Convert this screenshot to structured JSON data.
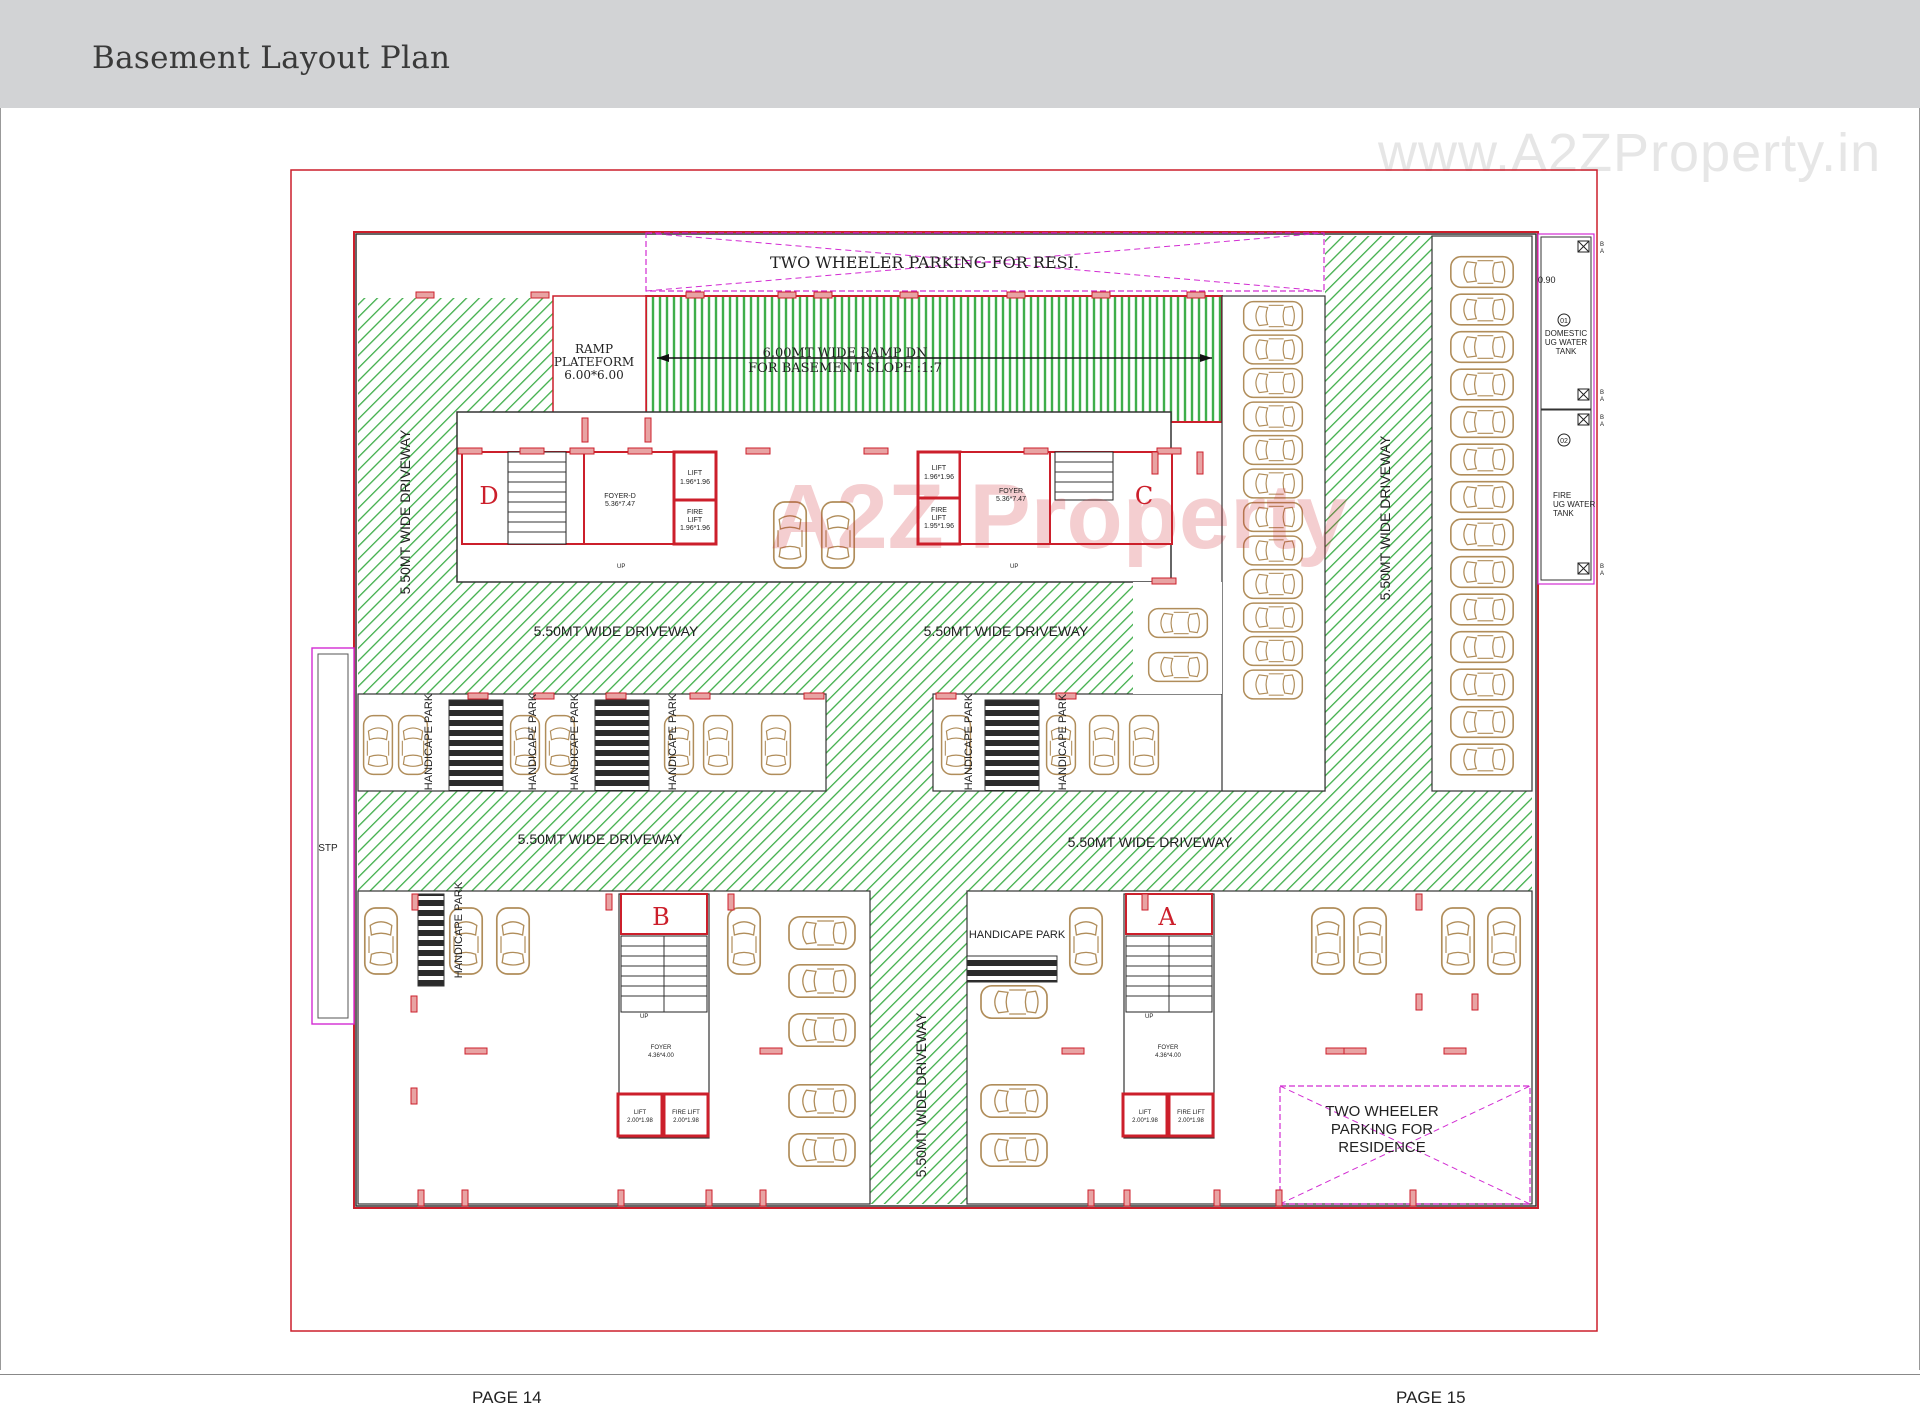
{
  "header": {
    "title": "Basement Layout Plan"
  },
  "watermark": {
    "url": "www.A2ZProperty.in",
    "logo_text": "A2Z Property"
  },
  "footer": {
    "left_page": "PAGE 14",
    "right_page": "PAGE 15"
  },
  "plan": {
    "two_wheeler_top": "TWO  WHEELER  PARKING  FOR  RESI.",
    "ramp_platform": [
      "RAMP",
      "PLATEFORM",
      "6.00*6.00"
    ],
    "ramp_text": [
      "6.00MT WIDE  RAMP DN",
      "FOR  BASEMENT SLOPE :1:7"
    ],
    "driveway": "5.50MT WIDE DRIVEWAY",
    "handicap": "HANDICAPE PARK",
    "stp": "STP",
    "domestic_tank": [
      "01",
      "DOMESTIC",
      "UG WATER",
      "TANK"
    ],
    "fire_tank": [
      "02",
      "FIRE",
      "UG WATER",
      "TANK"
    ],
    "two_wheeler_bottom": [
      "TWO WHEELER",
      "PARKING FOR",
      "RESIDENCE"
    ],
    "core_a": "A",
    "core_b": "B",
    "core_c": "C",
    "core_d": "D",
    "foyer_d": [
      "FOYER-D",
      "5.36*7.47"
    ],
    "foyer_c": [
      "FOYER",
      "5.36*7.47"
    ],
    "foyer_ab": [
      "FOYER",
      "4.36*4.00"
    ],
    "lift_d": [
      "LIFT",
      "1.96*1.96"
    ],
    "fire_lift_d": [
      "FIRE",
      "LIFT",
      "1.96*1.96"
    ],
    "lift_c": [
      "LIFT",
      "1.96*1.96"
    ],
    "fire_lift_c": [
      "FIRE",
      "LIFT",
      "1.95*1.96"
    ],
    "lift_ab": [
      "LIFT",
      "2.00*1.98"
    ],
    "fire_lift_ab": [
      "FIRE LIFT",
      "2.00*1.98"
    ],
    "dim_090": "0.90",
    "up": "UP",
    "ab": [
      "B",
      "A"
    ],
    "colors": {
      "border": "#cc1f2b",
      "hatch": "#2f9e44",
      "magenta": "#d22cd2",
      "car": "#b08d5a",
      "column": "#e8a3a3"
    }
  }
}
